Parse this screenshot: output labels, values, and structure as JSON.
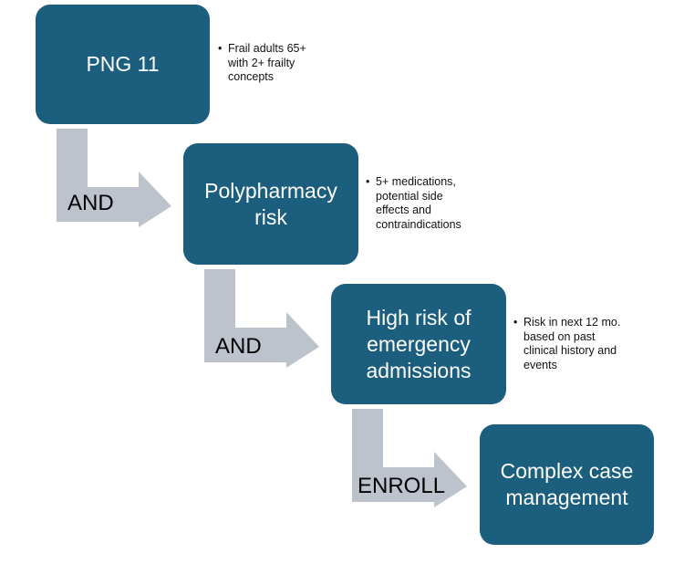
{
  "colors": {
    "box_fill": "#1b5e7d",
    "box_text": "#ffffff",
    "arrow_fill": "#bcc3cc",
    "text": "#000000"
  },
  "steps": [
    {
      "label": "PNG 11",
      "note": "Frail adults 65+\nwith 2+ frailty\nconcepts"
    },
    {
      "label": "Polypharmacy\nrisk",
      "note": "5+ medications,\npotential side\neffects and\ncontraindications"
    },
    {
      "label": "High risk of\nemergency\nadmissions",
      "note": "Risk in next 12 mo.\nbased on past\nclinical history and\nevents"
    },
    {
      "label": "Complex case\nmanagement",
      "note": ""
    }
  ],
  "connectors": [
    {
      "label": "AND"
    },
    {
      "label": "AND"
    },
    {
      "label": "ENROLL"
    }
  ]
}
